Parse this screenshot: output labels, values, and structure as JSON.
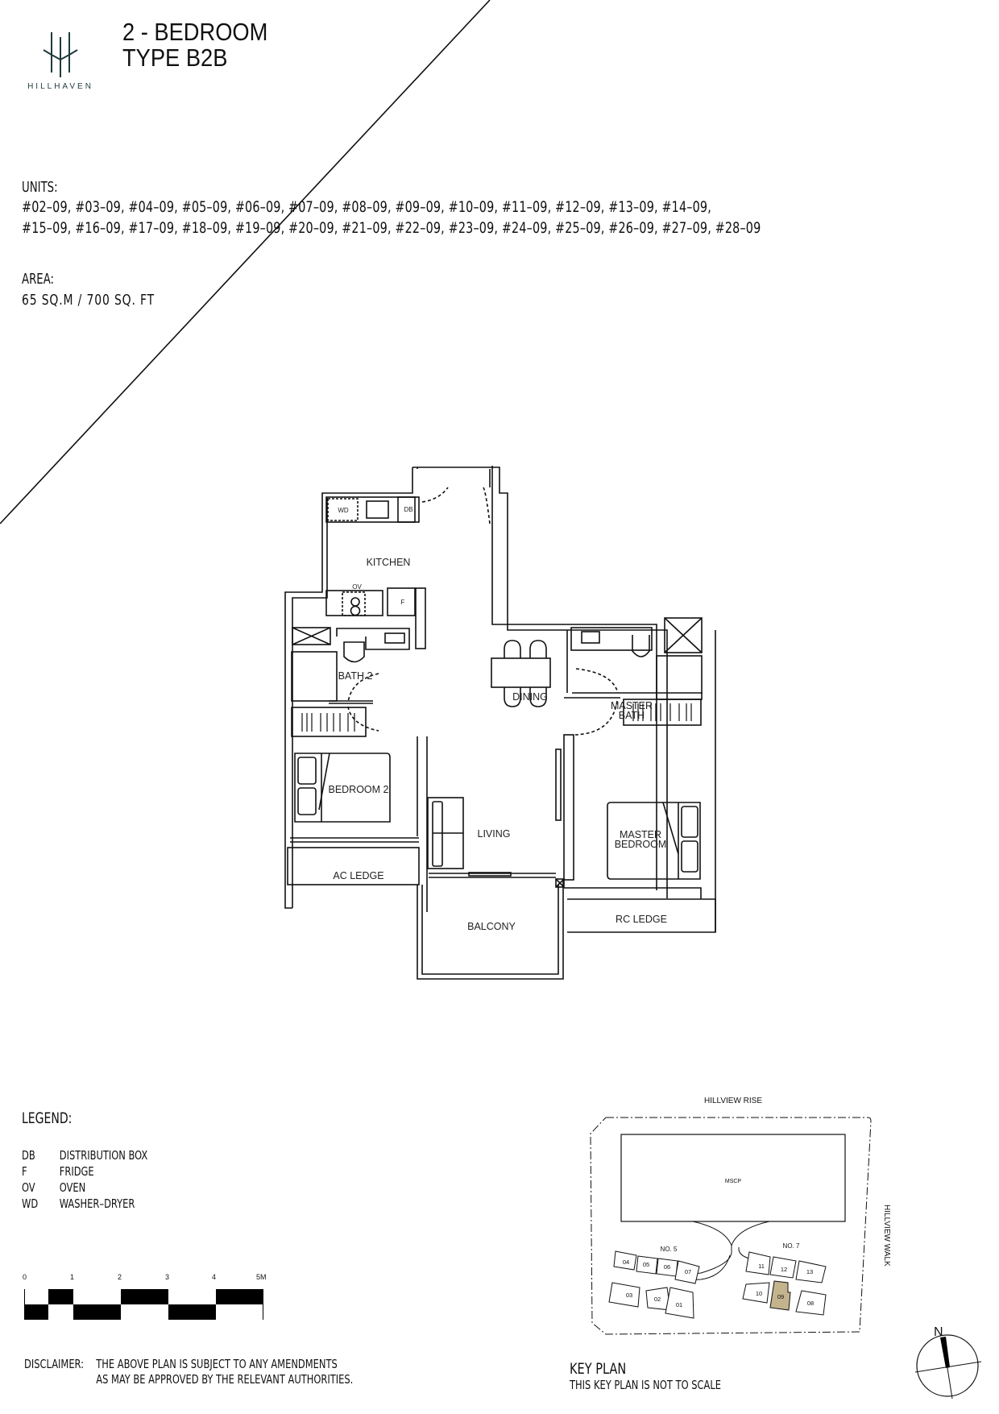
{
  "brand": {
    "name": "HILLHAVEN",
    "logo_icon": "hillhaven-logo-icon",
    "color": "#1f3a3c"
  },
  "header": {
    "title_line1": "2 - BEDROOM",
    "title_line2": "TYPE B2B"
  },
  "units": {
    "label": "UNITS:",
    "line1": "#02–09, #03–09, #04–09, #05–09, #06–09, #07–09, #08–09, #09–09, #10–09, #11–09, #12–09, #13–09, #14–09,",
    "line2": "#15–09, #16–09, #17–09, #18–09, #19–09, #20–09, #21–09, #22–09, #23–09, #24–09, #25–09, #26–09, #27–09, #28–09",
    "list": [
      "#02-09",
      "#03-09",
      "#04-09",
      "#05-09",
      "#06-09",
      "#07-09",
      "#08-09",
      "#09-09",
      "#10-09",
      "#11-09",
      "#12-09",
      "#13-09",
      "#14-09",
      "#15-09",
      "#16-09",
      "#17-09",
      "#18-09",
      "#19-09",
      "#20-09",
      "#21-09",
      "#22-09",
      "#23-09",
      "#24-09",
      "#25-09",
      "#26-09",
      "#27-09",
      "#28-09"
    ]
  },
  "area": {
    "label": "AREA:",
    "value": "65 SQ.M / 700 SQ. FT"
  },
  "floor_plan": {
    "rooms": {
      "kitchen": "KITCHEN",
      "bath2": "BATH 2",
      "dining": "DINING",
      "master_bath_1": "MASTER",
      "master_bath_2": "BATH",
      "bedroom2": "BEDROOM 2",
      "living": "LIVING",
      "master_bedroom_1": "MASTER",
      "master_bedroom_2": "BEDROOM",
      "ac_ledge": "AC LEDGE",
      "balcony": "BALCONY",
      "rc_ledge": "RC LEDGE"
    },
    "fixtures": {
      "wd": "WD",
      "db": "DB",
      "ov": "OV",
      "f": "F"
    }
  },
  "legend": {
    "title": "LEGEND:",
    "items": [
      {
        "code": "DB",
        "desc": "DISTRIBUTION  BOX"
      },
      {
        "code": "F",
        "desc": "FRIDGE"
      },
      {
        "code": "OV",
        "desc": "OVEN"
      },
      {
        "code": "WD",
        "desc": "WASHER–DRYER"
      }
    ]
  },
  "scale_bar": {
    "ticks": [
      "0",
      "1",
      "2",
      "3",
      "4",
      "5M"
    ]
  },
  "disclaimer": {
    "label": "DISCLAIMER:",
    "line1": "THE  ABOVE  PLAN  IS  SUBJECT  TO  ANY  AMENDMENTS",
    "line2": "AS  MAY  BE  APPROVED  BY  THE  RELEVANT  AUTHORITIES."
  },
  "key_plan": {
    "title": "KEY  PLAN",
    "subtitle": "THIS  KEY  PLAN  IS  NOT  TO  SCALE",
    "road_top": "HILLVIEW  RISE",
    "road_right": "HILLVIEW  WALK",
    "mscp": "MSCP",
    "block5": "NO. 5",
    "block7": "NO. 7",
    "block5_units": [
      "04",
      "05",
      "06",
      "07",
      "03",
      "02",
      "01"
    ],
    "block7_units": [
      "11",
      "12",
      "13",
      "10",
      "09",
      "08"
    ],
    "highlighted_unit": "09",
    "highlight_color": "#c4b48e"
  },
  "compass": {
    "label": "N"
  }
}
